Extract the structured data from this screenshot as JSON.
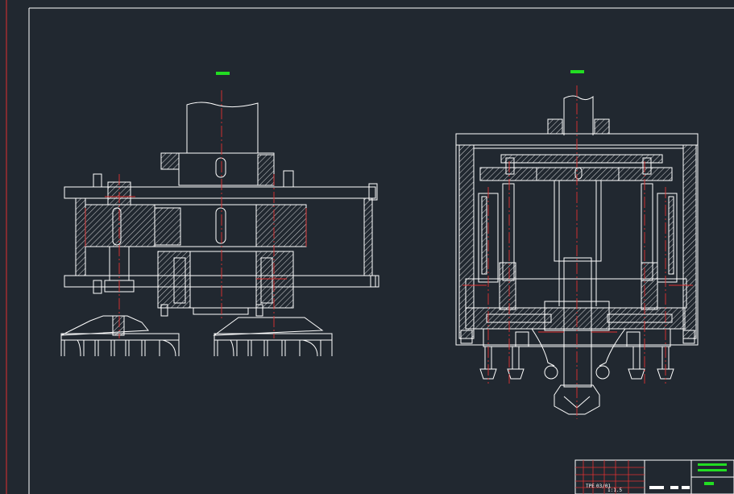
{
  "colors": {
    "background": "#212830",
    "line": "#ffffff",
    "centerline": "#e03030",
    "highlight": "#22dd22"
  },
  "title_block": {
    "label_a": "TPE",
    "label_b": "03/01",
    "label_c": "1:1.5",
    "label_d": "???",
    "label_e": "??"
  }
}
